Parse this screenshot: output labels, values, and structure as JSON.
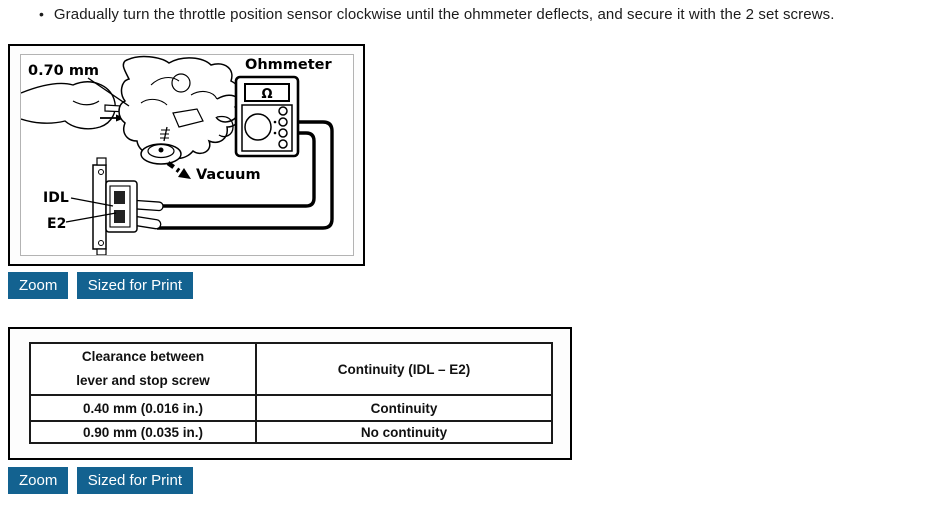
{
  "instruction": {
    "bullet": "•",
    "text": "Gradually turn the throttle position sensor clockwise until the ohmmeter deflects, and secure it with the 2 set screws."
  },
  "diagram": {
    "clearance_label": "0.70 mm",
    "ohmmeter_label": "Ohmmeter",
    "ohm_symbol": "Ω",
    "vacuum_label": "Vacuum",
    "idl_label": "IDL",
    "e2_label": "E2"
  },
  "buttons": {
    "zoom": "Zoom",
    "sized_for_print": "Sized for Print"
  },
  "table": {
    "col1_header_line1": "Clearance between",
    "col1_header_line2": "lever and stop screw",
    "col2_header": "Continuity (IDL – E2)",
    "rows": [
      [
        "0.40 mm (0.016 in.)",
        "Continuity"
      ],
      [
        "0.90 mm (0.035 in.)",
        "No continuity"
      ]
    ]
  },
  "colors": {
    "button_bg": "#136290",
    "button_text": "#ffffff"
  }
}
